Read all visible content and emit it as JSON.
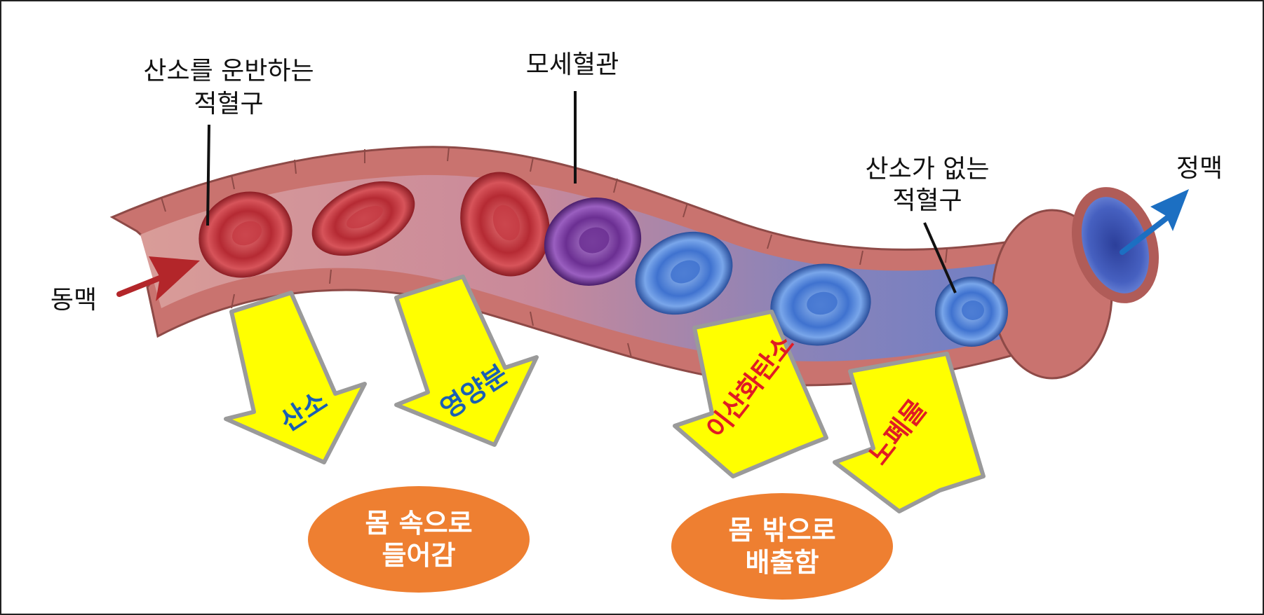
{
  "labels": {
    "rbc_oxygen_line1": "산소를 운반하는",
    "rbc_oxygen_line2": "적혈구",
    "capillary": "모세혈관",
    "rbc_no_oxygen_line1": "산소가 없는",
    "rbc_no_oxygen_line2": "적혈구",
    "artery": "동맥",
    "vein": "정맥"
  },
  "arrows": {
    "oxygen": "산소",
    "nutrients": "영양분",
    "carbon_dioxide": "이산화탄소",
    "waste": "노폐물"
  },
  "ovals": {
    "into_body_line1": "몸 속으로",
    "into_body_line2": "들어감",
    "out_of_body_line1": "몸 밖으로",
    "out_of_body_line2": "배출함"
  },
  "colors": {
    "arrow_fill": "#ffff00",
    "arrow_border": "#9a9a9a",
    "text_blue": "#1a5fb4",
    "text_red": "#e01b24",
    "oval_fill": "#ee7f31",
    "vessel_wall": "#c9736f",
    "artery_arrow": "#b3262a",
    "vein_arrow": "#1c6fc2",
    "rbc_red": "#c8383e",
    "rbc_purple": "#7a3fa0",
    "rbc_blue": "#4a7fd6"
  }
}
